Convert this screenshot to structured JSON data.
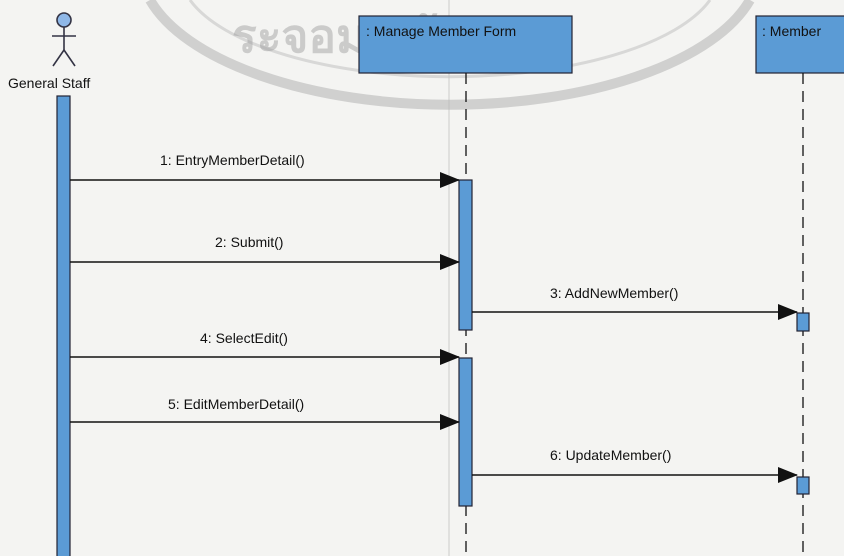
{
  "actor": {
    "label": "General Staff",
    "icon": "stick-figure-actor-icon"
  },
  "lifelines": [
    {
      "label": ": Manage Member Form"
    },
    {
      "label": ": Member"
    }
  ],
  "messages": [
    {
      "label": "1: EntryMemberDetail()"
    },
    {
      "label": "2: Submit()"
    },
    {
      "label": "3: AddNewMember()"
    },
    {
      "label": "4: SelectEdit()"
    },
    {
      "label": "5: EditMemberDetail()"
    },
    {
      "label": "6: UpdateMember()"
    }
  ],
  "watermark": {
    "text": "ระจอมเกล้า"
  },
  "colors": {
    "box_fill": "#5b9bd5",
    "activation_fill": "#5b9bd5",
    "line": "#111111",
    "watermark": "#9a9a9a"
  }
}
